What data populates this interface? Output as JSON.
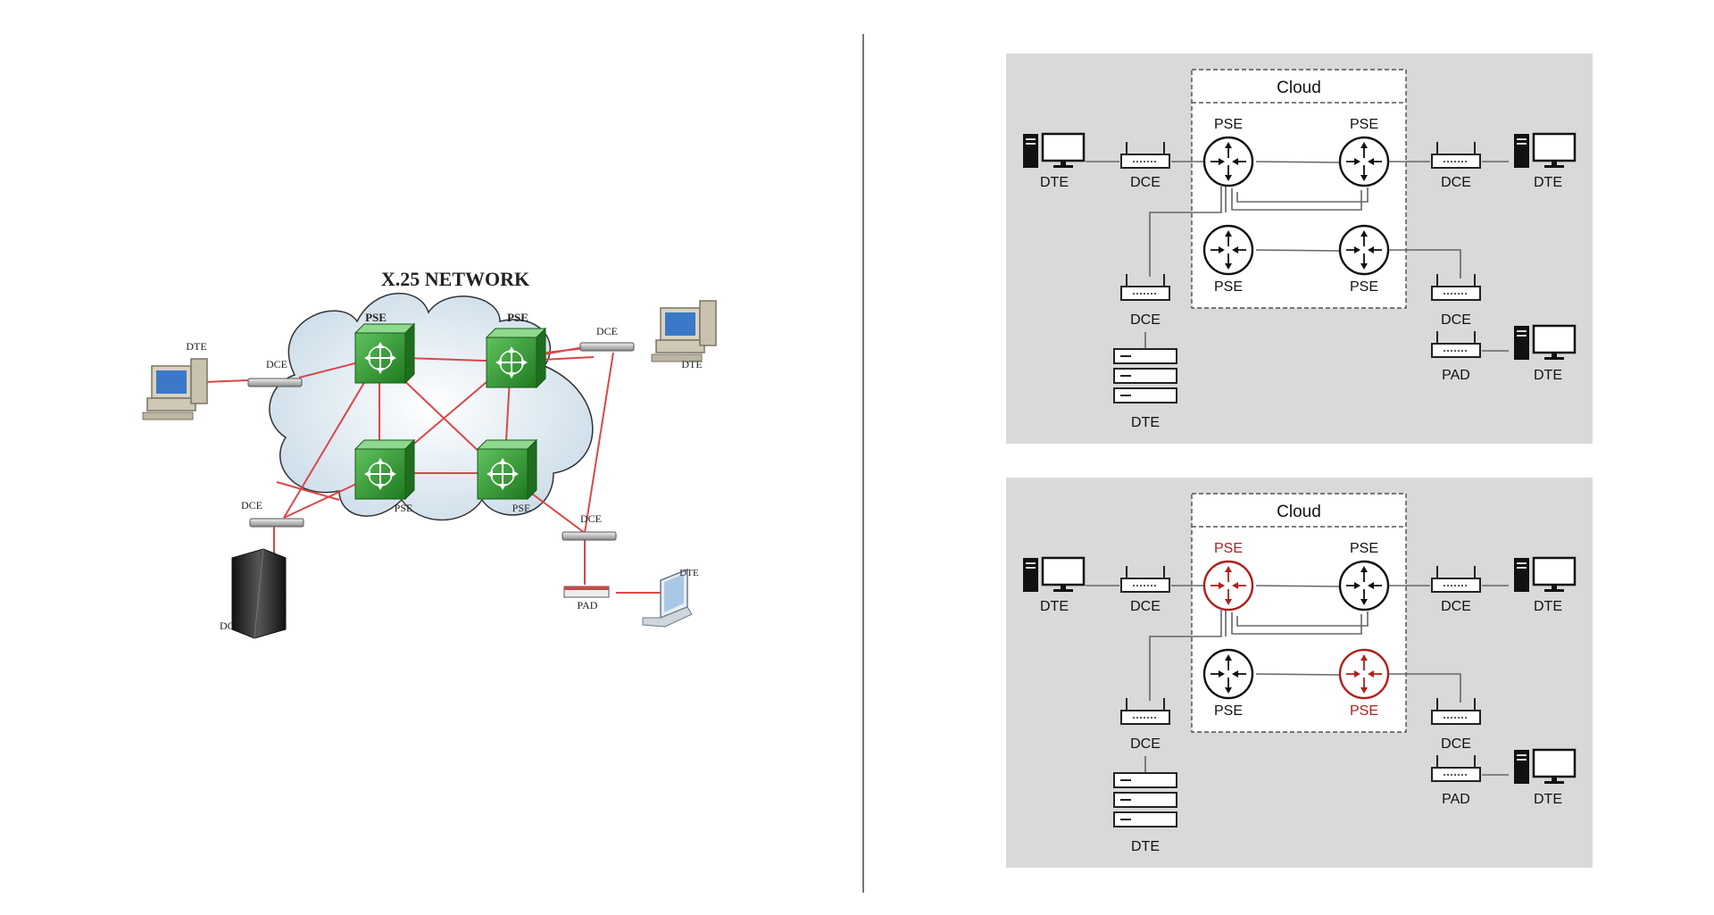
{
  "left_diagram": {
    "title": "X.25 NETWORK",
    "pse_labels": [
      "PSE",
      "PSE",
      "PSE",
      "PSE"
    ],
    "dte_top_left": "DTE",
    "dce_top_left": "DCE",
    "dce_top_right": "DCE",
    "dte_top_right": "DTE",
    "dce_bottom_left": "DCE",
    "dte_bottom_left": "DCE",
    "dce_bottom_right": "DCE",
    "pad": "PAD",
    "dte_bottom_right": "DTE",
    "link_color": "#d94848",
    "switch_color": "#3a9a3a"
  },
  "right_diagrams": [
    {
      "cloud_label": "Cloud",
      "pse_labels": [
        "PSE",
        "PSE",
        "PSE",
        "PSE"
      ],
      "highlight_color": "#111111",
      "dte_left": "DTE",
      "dce_left": "DCE",
      "dce_right": "DCE",
      "dte_right": "DTE",
      "dce_bottom": "DCE",
      "dte_bottom": "DTE",
      "dce_bottom_right": "DCE",
      "pad": "PAD",
      "dte_pad": "DTE"
    },
    {
      "cloud_label": "Cloud",
      "pse_labels": [
        "PSE",
        "PSE",
        "PSE",
        "PSE"
      ],
      "highlight_color": "#b0201c",
      "dte_left": "DTE",
      "dce_left": "DCE",
      "dce_right": "DCE",
      "dte_right": "DTE",
      "dce_bottom": "DCE",
      "dte_bottom": "DTE",
      "dce_bottom_right": "DCE",
      "pad": "PAD",
      "dte_pad": "DTE"
    }
  ],
  "colors": {
    "panel_bg": "#d9d9d9",
    "cloud_box_bg": "#ffffff",
    "line": "#666666",
    "highlight": "#b0201c"
  }
}
